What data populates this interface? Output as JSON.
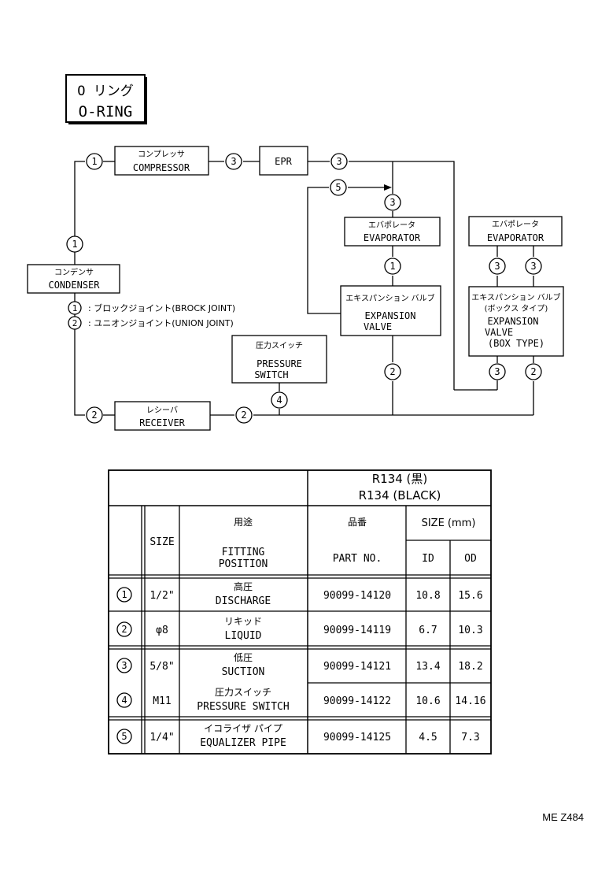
{
  "title_box": {
    "jp": "O リング",
    "en": "O-RING"
  },
  "components": {
    "compressor": {
      "jp": "コンプレッサ",
      "en": "COMPRESSOR"
    },
    "epr": {
      "en": "EPR"
    },
    "condenser": {
      "jp": "コンデンサ",
      "en": "CONDENSER"
    },
    "evaporator_a": {
      "jp": "エバポレータ",
      "en": "EVAPORATOR"
    },
    "evaporator_b": {
      "jp": "エバポレータ",
      "en": "EVAPORATOR"
    },
    "expansion_valve_a": {
      "jp": "エキスパンション バルブ",
      "en1": "EXPANSION",
      "en2": "VALVE"
    },
    "expansion_valve_b": {
      "jp": "エキスパンション バルブ",
      "jp2": "(ボックス タイプ)",
      "en1": "EXPANSION",
      "en2": "VALVE",
      "en3": "(BOX TYPE)"
    },
    "pressure_switch": {
      "jp": "圧力スイッチ",
      "en1": "PRESSURE",
      "en2": "SWITCH"
    },
    "receiver": {
      "jp": "レシーバ",
      "en": "RECEIVER"
    }
  },
  "legend": [
    {
      "num": "1",
      "text": ": ブロックジョイント(BROCK JOINT)"
    },
    {
      "num": "2",
      "text": ": ユニオンジョイント(UNION JOINT)"
    }
  ],
  "markers": [
    "1",
    "3",
    "3",
    "5",
    "3",
    "1",
    "1",
    "2",
    "4",
    "2",
    "2",
    "3",
    "3",
    "3",
    "2"
  ],
  "table": {
    "refrigerant": "R134 (黒)",
    "refrigerant_en": "R134 (BLACK)",
    "col_size": "SIZE",
    "col_use_jp": "用途",
    "col_use_en1": "FITTING",
    "col_use_en2": "POSITION",
    "col_part_jp": "品番",
    "col_part_en": "PART NO.",
    "col_size_mm": "SIZE (mm)",
    "col_id": "ID",
    "col_od": "OD",
    "rows": [
      {
        "num": "1",
        "size": "1/2\"",
        "use_jp": "高圧",
        "use_en": "DISCHARGE",
        "part": "90099-14120",
        "id": "10.8",
        "od": "15.6"
      },
      {
        "num": "2",
        "size": "φ8",
        "use_jp": "リキッド",
        "use_en": "LIQUID",
        "part": "90099-14119",
        "id": "6.7",
        "od": "10.3"
      },
      {
        "num": "3",
        "size": "5/8\"",
        "use_jp": "低圧",
        "use_en": "SUCTION",
        "part": "90099-14121",
        "id": "13.4",
        "od": "18.2"
      },
      {
        "num": "4",
        "size": "M11",
        "use_jp": "圧力スイッチ",
        "use_en": "PRESSURE SWITCH",
        "part": "90099-14122",
        "id": "10.6",
        "od": "14.16"
      },
      {
        "num": "5",
        "size": "1/4\"",
        "use_jp": "イコライザ パイプ",
        "use_en": "EQUALIZER PIPE",
        "part": "90099-14125",
        "id": "4.5",
        "od": "7.3"
      }
    ]
  },
  "ref_code": "ME Z484"
}
